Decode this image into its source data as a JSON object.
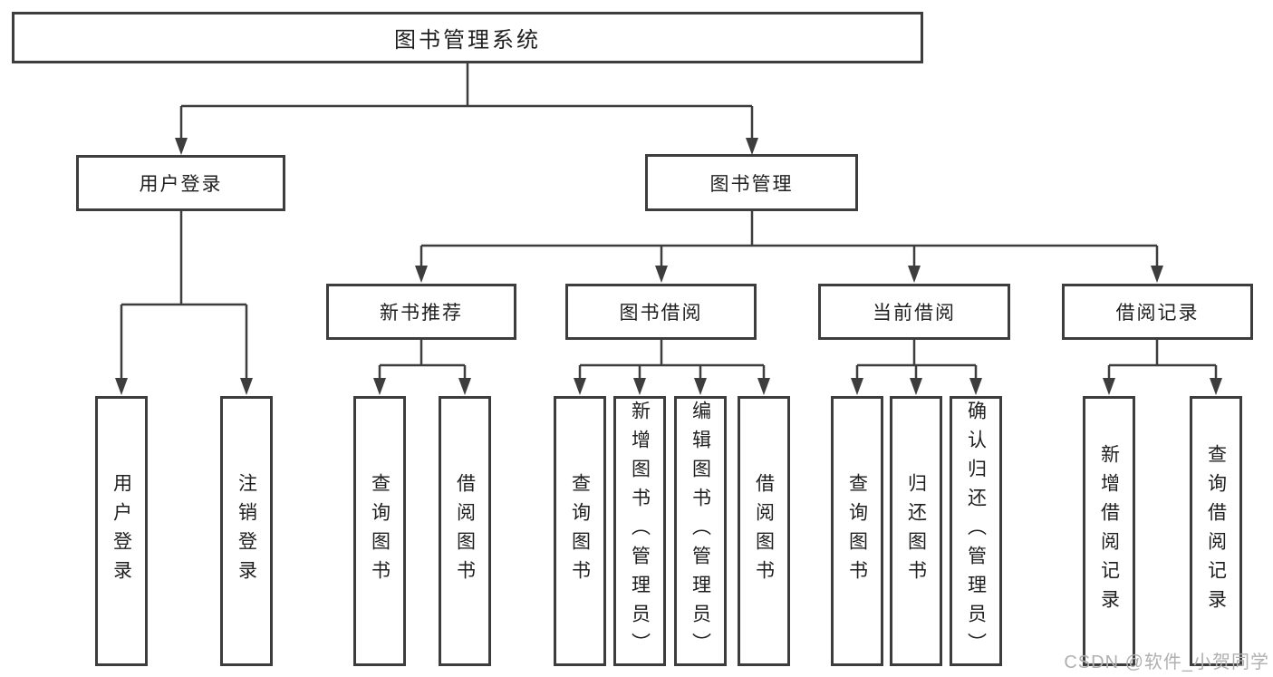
{
  "colors": {
    "line": "#3d3d3d",
    "text": "#1f1f1f",
    "background": "#ffffff",
    "watermark": "#b0b0b0"
  },
  "watermark": {
    "text": "CSDN @软件_小贺同学"
  },
  "diagram": {
    "type": "hierarchy-tree",
    "root": {
      "label": "图书管理系统"
    },
    "children": [
      {
        "label": "用户登录",
        "children": [
          {
            "label": "用户登录"
          },
          {
            "label": "注销登录"
          }
        ]
      },
      {
        "label": "图书管理",
        "children": [
          {
            "label": "新书推荐",
            "children": [
              {
                "label": "查询图书"
              },
              {
                "label": "借阅图书"
              }
            ]
          },
          {
            "label": "图书借阅",
            "children": [
              {
                "label": "查询图书"
              },
              {
                "label": "新增图书（管理员）"
              },
              {
                "label": "编辑图书（管理员）"
              },
              {
                "label": "借阅图书"
              }
            ]
          },
          {
            "label": "当前借阅",
            "children": [
              {
                "label": "查询图书"
              },
              {
                "label": "归还图书"
              },
              {
                "label": "确认归还（管理员）"
              }
            ]
          },
          {
            "label": "借阅记录",
            "children": [
              {
                "label": "新增借阅记录"
              },
              {
                "label": "查询借阅记录"
              }
            ]
          }
        ]
      }
    ]
  }
}
